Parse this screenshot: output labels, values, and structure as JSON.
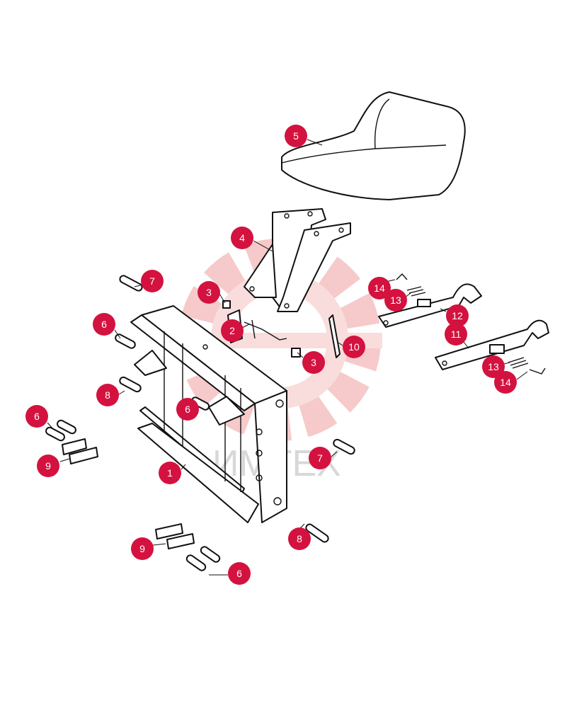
{
  "watermark": {
    "text": "ИМТЕХ",
    "gear_color": "#f5c5c5"
  },
  "accent_color": "#d4123f",
  "callouts": [
    {
      "label": "1"
    },
    {
      "label": "2"
    },
    {
      "label": "3"
    },
    {
      "label": "3"
    },
    {
      "label": "4"
    },
    {
      "label": "5"
    },
    {
      "label": "6"
    },
    {
      "label": "6"
    },
    {
      "label": "6"
    },
    {
      "label": "6"
    },
    {
      "label": "7"
    },
    {
      "label": "7"
    },
    {
      "label": "8"
    },
    {
      "label": "8"
    },
    {
      "label": "9"
    },
    {
      "label": "9"
    },
    {
      "label": "10"
    },
    {
      "label": "11"
    },
    {
      "label": "12"
    },
    {
      "label": "13"
    },
    {
      "label": "13"
    },
    {
      "label": "14"
    },
    {
      "label": "14"
    }
  ]
}
